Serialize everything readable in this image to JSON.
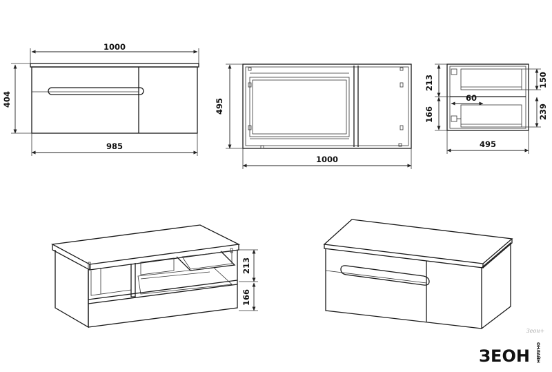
{
  "dimensions": {
    "front_width_top": "1000",
    "front_height": "404",
    "front_width_bottom": "985",
    "top_view_depth": "495",
    "top_view_width": "1000",
    "side_top_drawer": "213",
    "side_bottom_drawer": "166",
    "side_offset": "60",
    "side_upper_right": "150",
    "side_lower_right": "239",
    "side_depth": "495",
    "iso_top_drawer": "213",
    "iso_bottom_drawer": "166"
  },
  "watermark": "Зеон+",
  "logo": {
    "text": "ЗЕОН",
    "sub": "ОНЛАЙН"
  }
}
